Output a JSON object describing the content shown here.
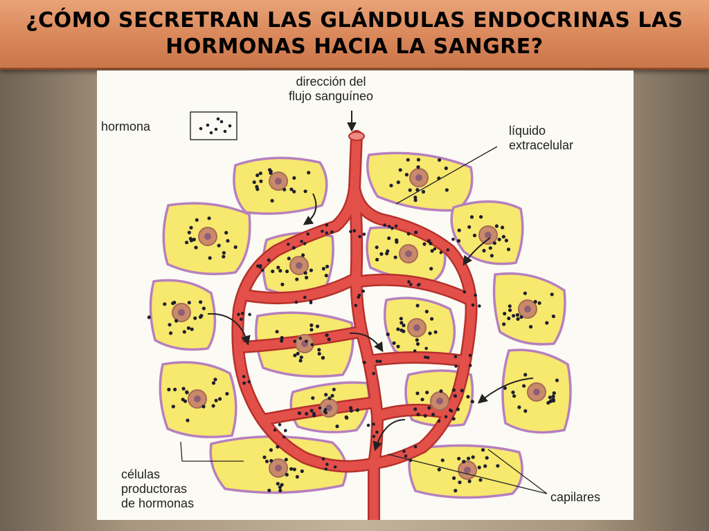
{
  "slide": {
    "title": "¿CÓMO SECRETRAN LAS GLÁNDULAS ENDOCRINAS LAS HORMONAS HACIA LA SANGRE?"
  },
  "diagram": {
    "labels": {
      "flow_line1": "dirección del",
      "flow_line2": "flujo sanguíneo",
      "hormone_legend": "hormona",
      "extracellular_line1": "líquido",
      "extracellular_line2": "extracelular",
      "cells_line1": "células",
      "cells_line2": "productoras",
      "cells_line3": "de hormonas",
      "capillaries": "capilares"
    },
    "colors": {
      "vessel": "#e35049",
      "cell": "#f7e86e",
      "cell_border": "#b67fbe",
      "nucleus": "#c98a6a",
      "hormone_dot": "#1e1e2e"
    }
  }
}
